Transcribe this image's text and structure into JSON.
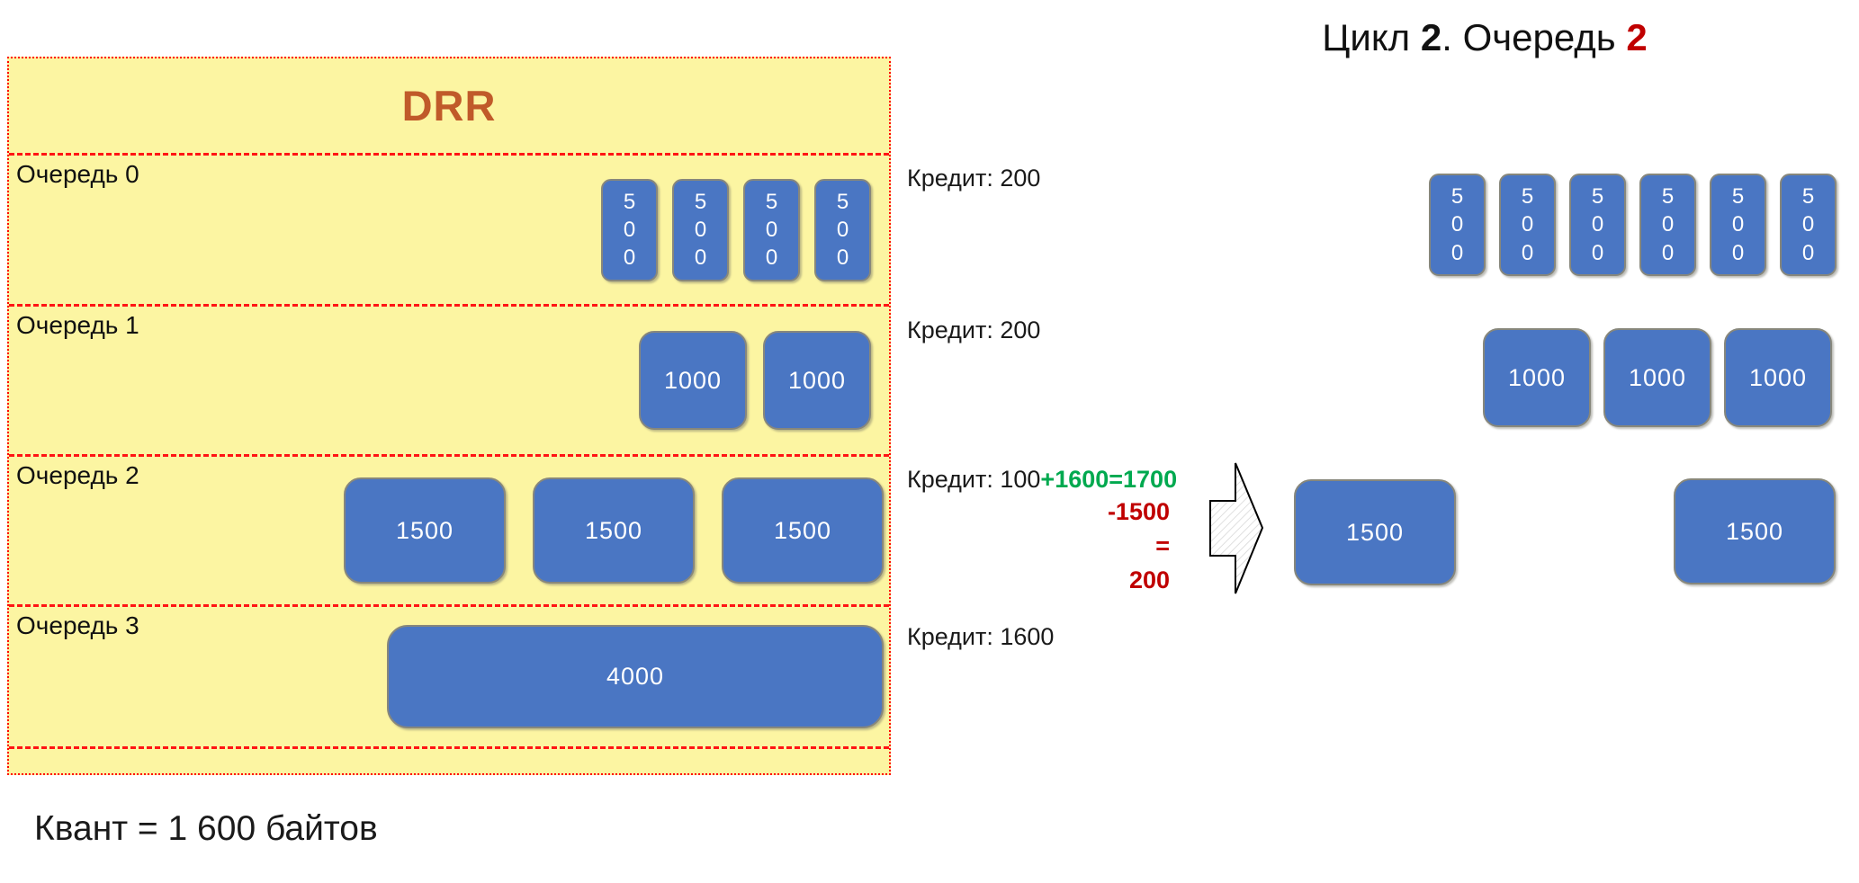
{
  "header": {
    "cycle_prefix": "Цикл ",
    "cycle_num": "2",
    "separator": ". ",
    "queue_prefix": "Очередь ",
    "queue_num": "2"
  },
  "drr": {
    "title": "DRR",
    "queues": [
      {
        "label": "Очередь 0",
        "packets": [
          "500",
          "500",
          "500",
          "500"
        ]
      },
      {
        "label": "Очередь 1",
        "packets": [
          "1000",
          "1000"
        ]
      },
      {
        "label": "Очередь 2",
        "packets": [
          "1500",
          "1500",
          "1500"
        ]
      },
      {
        "label": "Очередь 3",
        "packets": [
          "4000"
        ]
      }
    ]
  },
  "credits": {
    "q0": "Кредит: 200",
    "q1": "Кредит: 200",
    "q2_base": "Кредит: 100",
    "q2_add": "+1600=1700",
    "q2_sub": "-1500",
    "q2_eq": "=",
    "q2_result": "200",
    "q3": "Кредит: 1600"
  },
  "after": {
    "queue0_packets": [
      "500",
      "500",
      "500",
      "500",
      "500",
      "500"
    ],
    "queue1_packets": [
      "1000",
      "1000",
      "1000"
    ],
    "dequeued_packet": "1500",
    "queue2_remaining": [
      "1500"
    ]
  },
  "footer": {
    "quantum_note": "Квант = 1 600 байтов"
  },
  "icons": {
    "flow_arrow": "right-block-arrow"
  },
  "colors": {
    "packet_blue": "#4A76C3",
    "queue_bg": "#FCF5A2",
    "border_red": "#FF0000",
    "drr_orange": "#C05A2A",
    "credit_green": "#00A94F",
    "credit_red": "#C00000",
    "title_red": "#C00000"
  }
}
